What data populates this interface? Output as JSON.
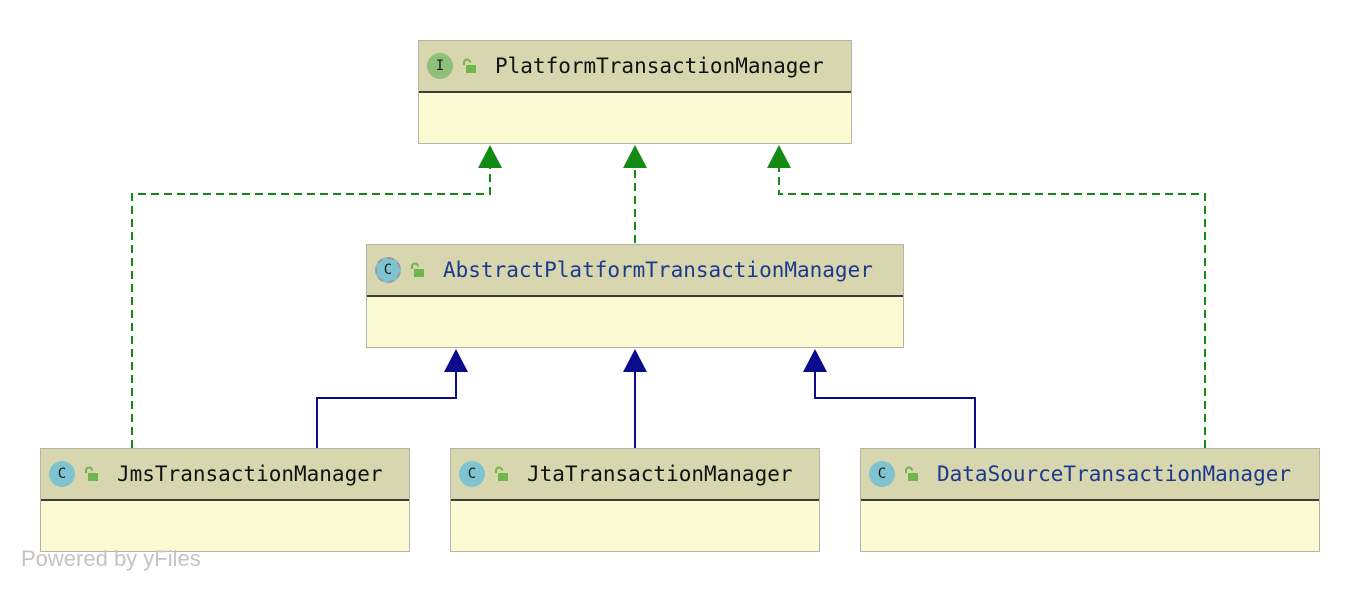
{
  "nodes": {
    "platform": {
      "kind_letter": "I",
      "name": "PlatformTransactionManager"
    },
    "abstract": {
      "kind_letter": "C",
      "name": "AbstractPlatformTransactionManager"
    },
    "jms": {
      "kind_letter": "C",
      "name": "JmsTransactionManager"
    },
    "jta": {
      "kind_letter": "C",
      "name": "JtaTransactionManager"
    },
    "datasource": {
      "kind_letter": "C",
      "name": "DataSourceTransactionManager"
    }
  },
  "edges": [
    {
      "from": "abstract",
      "to": "platform",
      "relation": "implements"
    },
    {
      "from": "jms",
      "to": "platform",
      "relation": "implements"
    },
    {
      "from": "datasource",
      "to": "platform",
      "relation": "implements"
    },
    {
      "from": "jms",
      "to": "abstract",
      "relation": "extends"
    },
    {
      "from": "jta",
      "to": "abstract",
      "relation": "extends"
    },
    {
      "from": "datasource",
      "to": "abstract",
      "relation": "extends"
    }
  ],
  "colors": {
    "implements": "#138a13",
    "extends": "#0b0b8c",
    "header": "#d8d6ae",
    "body": "#fcfad2"
  },
  "icons": {
    "interface": "interface-icon",
    "class": "class-icon",
    "abstract_class": "abstract-class-icon",
    "visibility": "public-lock-icon"
  },
  "watermark": "Powered by yFiles"
}
